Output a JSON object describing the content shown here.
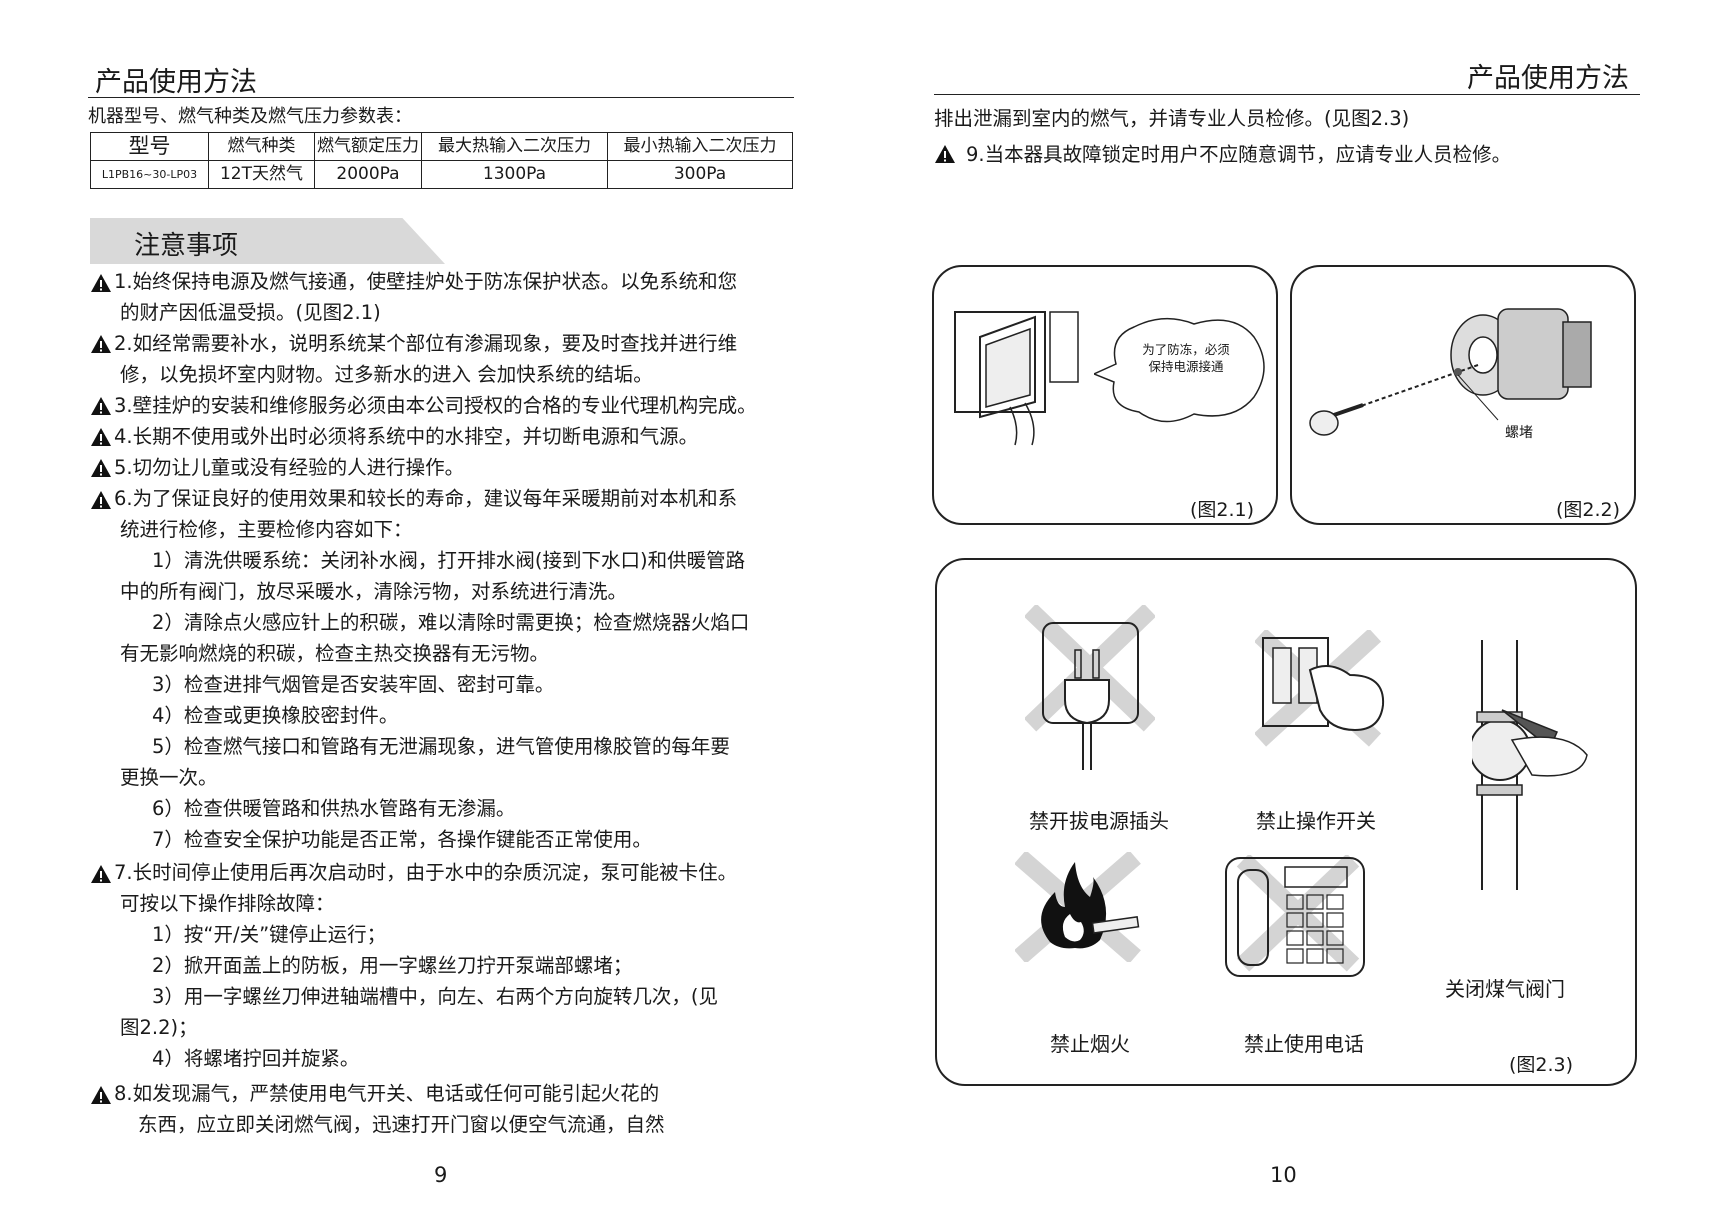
{
  "left_page": {
    "header": "产品使用方法",
    "table_caption": "机器型号、燃气种类及燃气压力参数表：",
    "table": {
      "headers": [
        "型号",
        "燃气种类",
        "燃气额定压力",
        "最大热输入二次压力",
        "最小热输入二次压力"
      ],
      "row": [
        "L1PB16~30-LP03",
        "12T天然气",
        "2000Pa",
        "1300Pa",
        "300Pa"
      ]
    },
    "section_title": "注意事项",
    "lines": [
      "1.始终保持电源及燃气接通，使壁挂炉处于防冻保护状态。以免系统和您",
      "的财产因低温受损。(见图2.1)",
      "2.如经常需要补水，说明系统某个部位有渗漏现象，要及时查找并进行维",
      "修，以免损坏室内财物。过多新水的进入 会加快系统的结垢。",
      "3.壁挂炉的安装和维修服务必须由本公司授权的合格的专业代理机构完成。",
      "4.长期不使用或外出时必须将系统中的水排空，并切断电源和气源。",
      "5.切勿让儿童或没有经验的人进行操作。",
      "6.为了保证良好的使用效果和较长的寿命，建议每年采暖期前对本机和系",
      "统进行检修，主要检修内容如下：",
      "1）清洗供暖系统：关闭补水阀，打开排水阀(接到下水口)和供暖管路",
      "中的所有阀门，放尽采暖水，清除污物，对系统进行清洗。",
      "2）清除点火感应针上的积碳，难以清除时需更换；检查燃烧器火焰口",
      "有无影响燃烧的积碳，检查主热交换器有无污物。",
      "3）检查进排气烟管是否安装牢固、密封可靠。",
      "4）检查或更换橡胶密封件。",
      "5）检查燃气接口和管路有无泄漏现象，进气管使用橡胶管的每年要",
      "更换一次。",
      "6）检查供暖管路和供热水管路有无渗漏。",
      "7）检查安全保护功能是否正常，各操作键能否正常使用。",
      "7.长时间停止使用后再次启动时，由于水中的杂质沉淀，泵可能被卡住。",
      "可按以下操作排除故障：",
      "1）按“开/关”键停止运行；",
      "2）掀开面盖上的防板，用一字螺丝刀拧开泵端部螺堵；",
      "3）用一字螺丝刀伸进轴端槽中，向左、右两个方向旋转几次，(见",
      "图2.2)；",
      "4）将螺堵拧回并旋紧。",
      "8.如发现漏气，严禁使用电气开关、电话或任何可能引起火花的",
      "东西，应立即关闭燃气阀，迅速打开门窗以便空气流通，自然"
    ],
    "page_number": "9"
  },
  "right_page": {
    "header": "产品使用方法",
    "line1": "排出泄漏到室内的燃气，并请专业人员检修。(见图2.3)",
    "line2": "9.当本器具故障锁定时用户不应随意调节，应请专业人员检修。",
    "fig21": {
      "bubble": [
        "为了防冻，必须",
        "保持电源接通"
      ],
      "caption": "(图2.1)"
    },
    "fig22": {
      "label": "螺堵",
      "caption": "(图2.2)"
    },
    "fig23": {
      "labels": [
        "禁开拔电源插头",
        "禁止操作开关",
        "关闭煤气阀门",
        "禁止烟火",
        "禁止使用电话"
      ],
      "caption": "(图2.3)"
    },
    "page_number": "10"
  }
}
